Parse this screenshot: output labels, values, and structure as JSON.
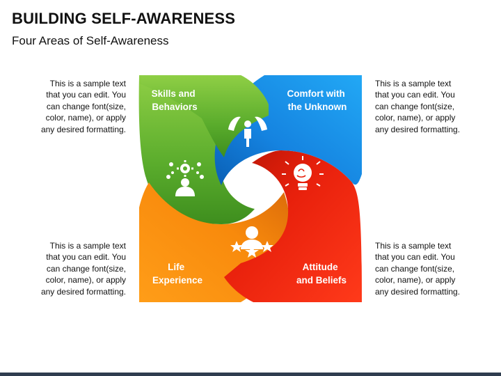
{
  "header": {
    "title": "BUILDING SELF-AWARENESS",
    "subtitle": "Four Areas of Self-Awareness"
  },
  "areas": [
    {
      "line1": "Skills and",
      "line2": "Behaviors",
      "color": "#5aac2c",
      "icon": "skills-gear-person-icon"
    },
    {
      "line1": "Comfort with",
      "line2": "the Unknown",
      "color": "#1583e0",
      "icon": "hands-protecting-person-icon"
    },
    {
      "line1": "Life",
      "line2": "Experience",
      "color": "#f88a0c",
      "icon": "person-with-stars-icon"
    },
    {
      "line1": "Attitude",
      "line2": "and Beliefs",
      "color": "#e8200c",
      "icon": "brain-lightbulb-icon"
    }
  ],
  "side_text": {
    "line1": "This is a sample text",
    "line2": "that you can edit. You",
    "line3": "can change font(size,",
    "line4": "color, name), or apply",
    "line5": "any desired formatting."
  },
  "colors": {
    "green": "#5aac2c",
    "blue": "#1583e0",
    "orange": "#f88a0c",
    "red": "#e8200c",
    "footer": "#2f3d4f"
  }
}
